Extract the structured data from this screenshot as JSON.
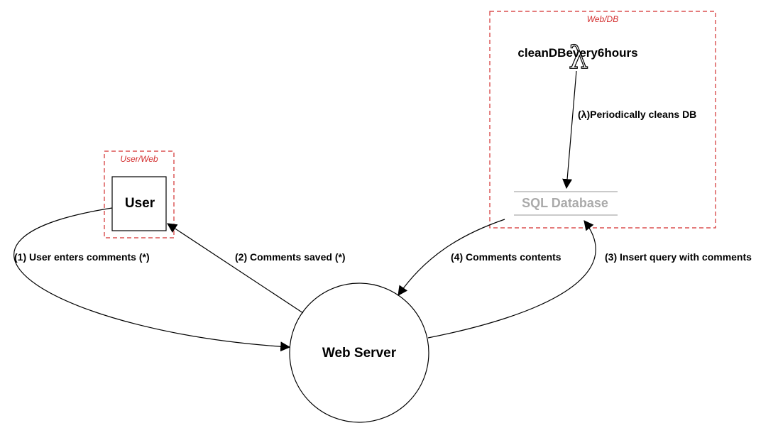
{
  "boundaries": {
    "user_web": "User/Web",
    "web_db": "Web/DB"
  },
  "nodes": {
    "user": "User",
    "web_server": "Web Server",
    "sql_database": "SQL Database",
    "lambda_name": "cleanDBevery6hours",
    "lambda_symbol": "λ"
  },
  "flows": {
    "f1": "(1) User enters comments (*)",
    "f2": "(2) Comments saved (*)",
    "f3": "(3) Insert query with comments",
    "f4": "(4) Comments contents",
    "f5": "(λ)Periodically cleans DB"
  },
  "colors": {
    "boundary": "#d32f2f",
    "database_text": "#aaaaaa",
    "database_lines": "#aaaaaa"
  }
}
